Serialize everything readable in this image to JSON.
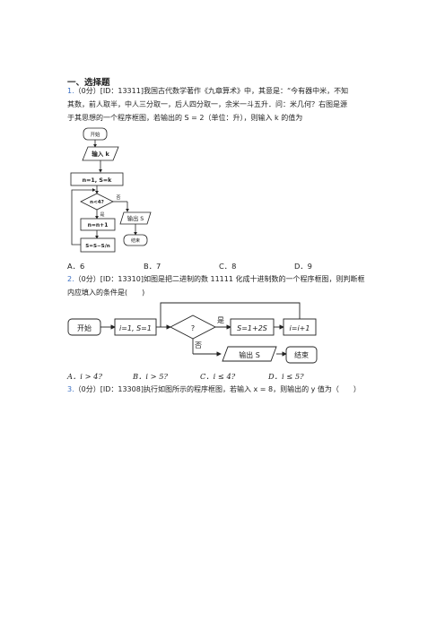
{
  "section": {
    "title": "一、选择题"
  },
  "q1": {
    "num": "1.",
    "line1": "（0分）[ID：13311]我国古代数学著作《九章算术》中，其意是：“今有器中米，不知",
    "line2": "其数，前人取半，中人三分取一，后人四分取一，余米一斗五升．问：米几何？右图是源",
    "line3": "于其思想的一个程序框图，若输出的 S = 2（单位：升），则输入 k 的值为",
    "flow": {
      "start": "开始",
      "input": "输入 k",
      "init": "n=1, S=k",
      "cond": "n<4?",
      "yes": "是",
      "no": "否",
      "update_n": "n=n+1",
      "update_s": "S=S−S/n",
      "output": "输出 S",
      "end": "结束"
    },
    "options": [
      "A．6",
      "B．7",
      "C．8",
      "D．9"
    ]
  },
  "q2": {
    "num": "2.",
    "line1": "（0分）[ID：13310]如图是把二进制的数 11111 化成十进制数的一个程序框图，则判断框",
    "line2": "内应填入的条件是(　　)",
    "flow": {
      "start": "开始",
      "init": "i=1, S=1",
      "cond": "?",
      "yes": "是",
      "no": "否",
      "body": "S=1+2S",
      "inc": "i=i+1",
      "output": "输出 S",
      "end": "结束"
    },
    "options": [
      "A．i > 4?",
      "B．i > 5?",
      "C．i ≤ 4?",
      "D．i ≤ 5?"
    ]
  },
  "q3": {
    "num": "3.",
    "line1": "（0分）[ID：13308]执行如图所示的程序框图，若输入 x = 8，则输出的 y 值为（　　）"
  }
}
